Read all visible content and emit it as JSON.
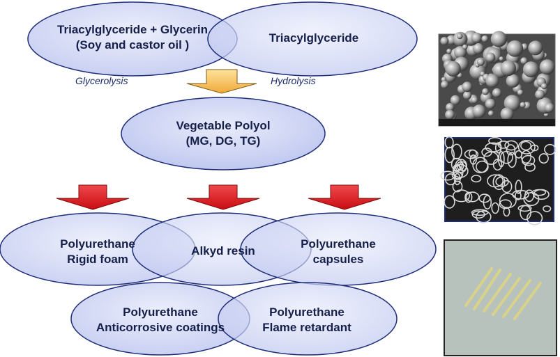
{
  "top": {
    "left_ellipse": {
      "line1": "Triacylglyceride + Glycerin",
      "line2": "(Soy and castor oil )"
    },
    "right_ellipse": {
      "line1": "Triacylglyceride"
    },
    "left_process": "Glycerolysis",
    "right_process": "Hydrolysis"
  },
  "middle": {
    "line1": "Vegetable Polyol",
    "line2": "(MG, DG, TG)"
  },
  "products": [
    {
      "line1": "Polyurethane",
      "line2": "Rigid foam"
    },
    {
      "line1": "Alkyd resin",
      "line2": ""
    },
    {
      "line1": "Polyurethane",
      "line2": "capsules"
    },
    {
      "line1": "Polyurethane",
      "line2": "Anticorrosive coatings"
    },
    {
      "line1": "Polyurethane",
      "line2": "Flame retardant"
    }
  ],
  "colors": {
    "ellipse_fill": "#cdd3f3",
    "ellipse_stroke": "#1f2d78",
    "yellow_arrow": "#f7c35a",
    "red_arrow": "#e8141a"
  }
}
